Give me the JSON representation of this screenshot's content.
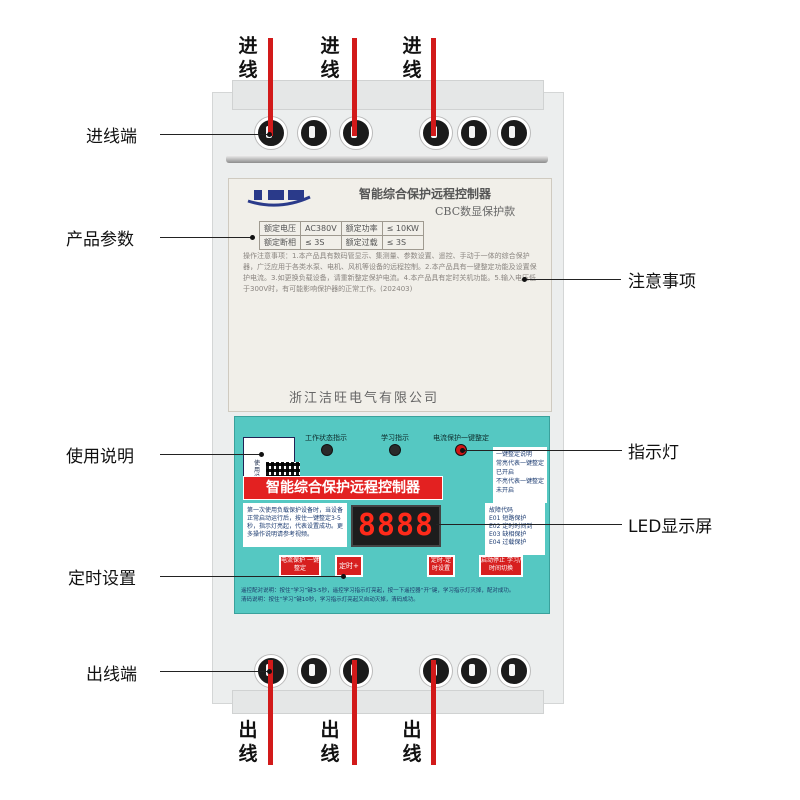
{
  "callouts": {
    "incoming_terminal": "进线端",
    "product_params": "产品参数",
    "notes": "注意事项",
    "instructions": "使用说明",
    "indicator": "指示灯",
    "led_display": "LED显示屏",
    "timer_setting": "定时设置",
    "outgoing_terminal": "出线端"
  },
  "wires": {
    "in_label": [
      "进",
      "线"
    ],
    "out_label": [
      "出",
      "线"
    ]
  },
  "label_panel": {
    "title": "智能综合保护远程控制器",
    "subtitle": "CBC数显保护款",
    "params": [
      [
        "额定电压",
        "AC380V",
        "额定功率",
        "≤ 10KW"
      ],
      [
        "额定断相",
        "≤ 3S",
        "额定过载",
        "≤ 3S"
      ]
    ],
    "notes": "操作注意事项：1.本产品具有数码管显示、集测量、参数设置、遥控、手动于一体的综合保护器，广泛应用于各类水泵、电机、风机等设备的远程控制。2.本产品具有一键整定功能及设置保护电流。3.如更换负载设备，请重新整定保护电流。4.本产品具有定时关机功能。5.输入电压低于300V时，有可能影响保护器的正常工作。(202403)",
    "company": "浙江洁旺电气有限公司"
  },
  "face": {
    "qr_caption": "使用说明",
    "indicators": [
      "工作状态指示",
      "学习指示",
      "电流保护一键整定"
    ],
    "title": "智能综合保护远程控制器",
    "display": "8888",
    "lamp_notes": [
      "一键整定说明",
      "常亮代表一键整定已开启",
      "不亮代表一键整定未开启"
    ],
    "instruction_box": "第一次使用负载保护设备时，当设备正常启动运行后，按住一键整定3-5秒，指示灯亮起，代表设置成功。更多操作说明请参考视频。",
    "fault_codes_title": "故障代码",
    "fault_codes": [
      "E01 短路保护",
      "E02 定时时间到",
      "E03 缺相保护",
      "E04 过载保护"
    ],
    "buttons": {
      "current_protect": "电流保护 一键整定",
      "timer_plus": "定时+",
      "timer_set": "定时-定时设置",
      "start_stop": "启动停止 学习/时间切换"
    },
    "footer": [
      "遥控配对说明：按住“学习”键3-5秒，遥控学习指示灯亮起，按一下遥控器“开”键，学习指示灯灭掉，配对成功。",
      "清码说明：按住“学习”键10秒，学习指示灯亮起又自动灭掉，清码成功。"
    ]
  },
  "colors": {
    "wire": "#d21a1a",
    "face": "#55c8c2",
    "title_bar": "#e32121",
    "display_digits": "#ff2a1a"
  }
}
